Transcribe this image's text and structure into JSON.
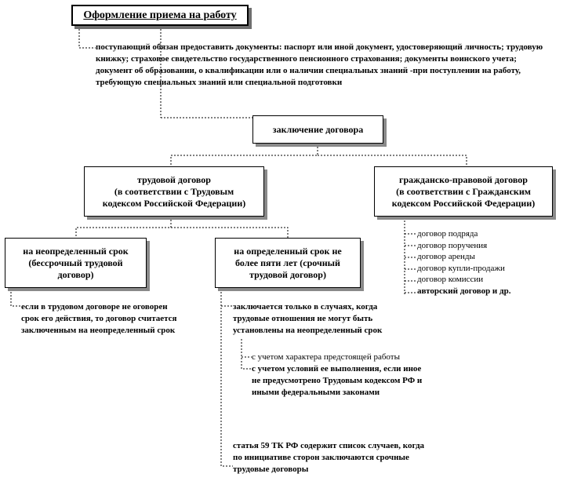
{
  "title": "Оформление приема на работу",
  "documents_note": "поступающий обязан предоставить документы: паспорт или иной документ, удостоверяющий личность; трудовую книжку; страховое свидетельство государственного пенсионного страхования; документы воинского учета; документ об образовании, о квалификации или о наличии специальных знаний -при поступлении на работу, требующую специальных знаний или специальной подготовки",
  "contract": "заключение договора",
  "labor": {
    "line1": "трудовой договор",
    "line2": "(в соответствии с Трудовым",
    "line3": "кодексом Российской Федерации)"
  },
  "civil": {
    "line1": "гражданско-правовой договор",
    "line2": "(в соответствии с Гражданским",
    "line3": "кодексом Российской Федерации)"
  },
  "civil_types": [
    "договор подряда",
    "договор поручения",
    "договор аренды",
    "договор купли-продажи",
    "договор комиссии",
    "авторский договор и др."
  ],
  "indefinite": {
    "line1": "на неопределенный срок",
    "line2": "(бессрочный трудовой",
    "line3": "договор)",
    "note": "если в трудовом договоре не оговорен срок его действия, то договор считается заключенным на неопределенный срок"
  },
  "fixed": {
    "line1": "на определенный срок не",
    "line2": "более пяти лет (срочный",
    "line3": "трудовой договор)",
    "note": "заключается только в случаях, когда трудовые отношения не могут быть установлены на неопределенный срок",
    "sub1": "с учетом характера предстоящей работы",
    "sub2": "с учетом условий ее выполнения, если иное не предусмотрено Трудовым кодексом РФ и иными федеральными законами",
    "article": "статья 59 ТК РФ содержит список случаев, когда по инициативе сторон заключаются срочные трудовые договоры"
  }
}
